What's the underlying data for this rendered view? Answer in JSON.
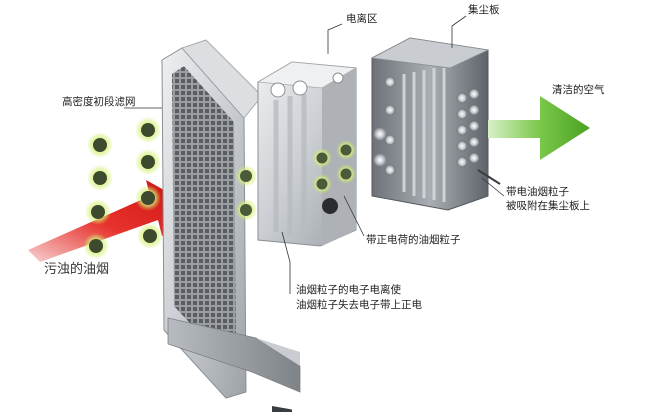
{
  "labels": {
    "ionization_zone": "电离区",
    "collector_plate": "集尘板",
    "high_density_filter": "高密度初段滤网",
    "clean_air": "清洁的空气",
    "dirty_smoke": "污浊的油烟",
    "positively_charged_particles": "带正电荷的油烟粒子",
    "charged_particles_adsorbed_line1": "带电油烟粒子",
    "charged_particles_adsorbed_line2": "被吸附在集尘板上",
    "ionization_explain_line1": "油烟粒子的电子电离使",
    "ionization_explain_line2": "油烟粒子失去电子带上正电"
  },
  "colors": {
    "inlet_arrow": "#e01818",
    "outlet_arrow": "#5cb82a",
    "particle_core": "#3d4a2e",
    "particle_glow": "#e8f7a0",
    "metal_light": "#d4d7da",
    "metal_dark": "#8a8f94"
  }
}
